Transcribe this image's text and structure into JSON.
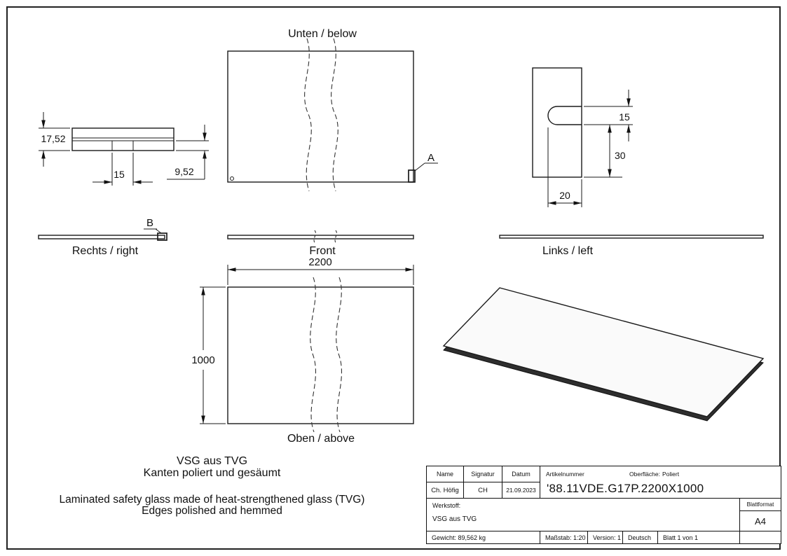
{
  "page": {
    "labels": {
      "unten": "Unten / below",
      "oben": "Oben / above",
      "rechts": "Rechts / right",
      "front": "Front",
      "links": "Links / left"
    },
    "dims": {
      "thickness_total": "17,52",
      "step_width": "15",
      "pane_thickness": "9,52",
      "corner_r": "15",
      "corner_h": "30",
      "corner_w": "20",
      "panel_width": "2200",
      "panel_height": "1000"
    },
    "markers": {
      "a": "A",
      "b": "B"
    },
    "notes": [
      "VSG aus TVG",
      "Kanten poliert und gesäumt",
      "Laminated safety glass made of heat-strengthened glass (TVG)",
      "Edges polished and hemmed"
    ],
    "titleblock": {
      "name_h": "Name",
      "signatur_h": "Signatur",
      "datum_h": "Datum",
      "artikel_h": "Artikelnummer",
      "oberflaeche_h": "Oberfläche:",
      "oberflaeche": "Poliert",
      "name": "Ch. Höfig",
      "signatur": "CH",
      "datum": "21.09.2023",
      "artikelnummer": "'88.11VDE.G17P.2200X1000",
      "werkstoff_h": "Werkstoff:",
      "werkstoff": "VSG aus TVG",
      "blattformat_h": "Blattformat",
      "blattformat": "A4",
      "gewicht": "Gewicht: 89,562 kg",
      "massstab": "Maßstab: 1:20",
      "version": "Version: 1",
      "sprache": "Deutsch",
      "blatt": "Blatt 1 von 1"
    }
  }
}
